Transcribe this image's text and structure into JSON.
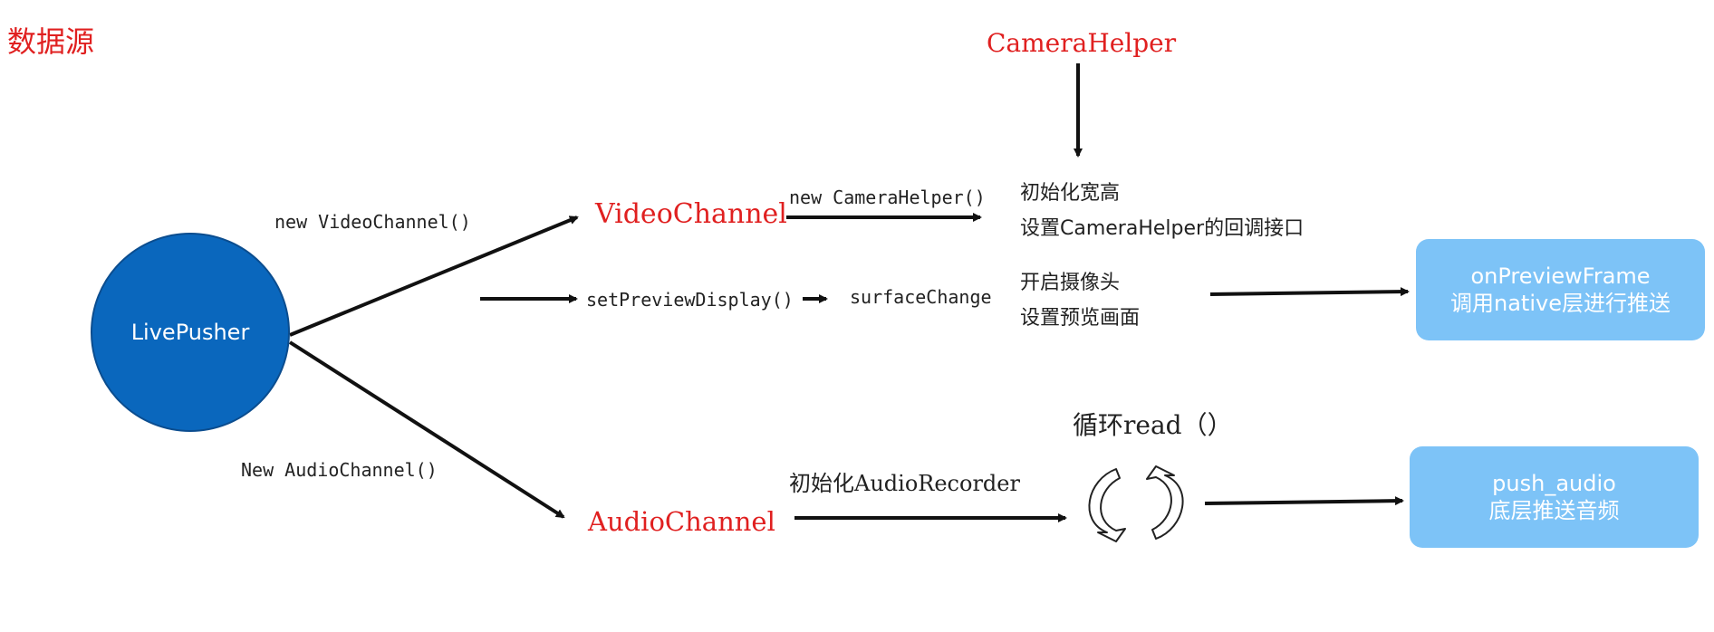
{
  "diagram": {
    "section_label": "数据源",
    "nodes": {
      "live_pusher": "LivePusher",
      "camera_helper": "CameraHelper",
      "video_channel": "VideoChannel",
      "audio_channel": "AudioChannel",
      "surface_change": "surfaceChange",
      "loop_read": "循环read（）"
    },
    "edge_labels": {
      "new_video_channel": "new VideoChannel()",
      "new_audio_channel": "New AudioChannel()",
      "new_camera_helper": "new CameraHelper()",
      "set_preview_display": "setPreviewDisplay()",
      "init_audio_recorder": "初始化AudioRecorder"
    },
    "notes": {
      "init_size": "初始化宽高",
      "set_callback": "设置CameraHelper的回调接口",
      "open_camera": "开启摄像头",
      "set_preview": "设置预览画面"
    },
    "outputs": {
      "preview_frame_title": "onPreviewFrame",
      "preview_frame_desc": "调用native层进行推送",
      "push_audio_title": "push_audio",
      "push_audio_desc": "底层推送音频"
    },
    "colors": {
      "accent_text": "#e02020",
      "node_fill": "#0a67bd",
      "output_fill": "#7dc3f7",
      "arrow": "#111111"
    }
  }
}
